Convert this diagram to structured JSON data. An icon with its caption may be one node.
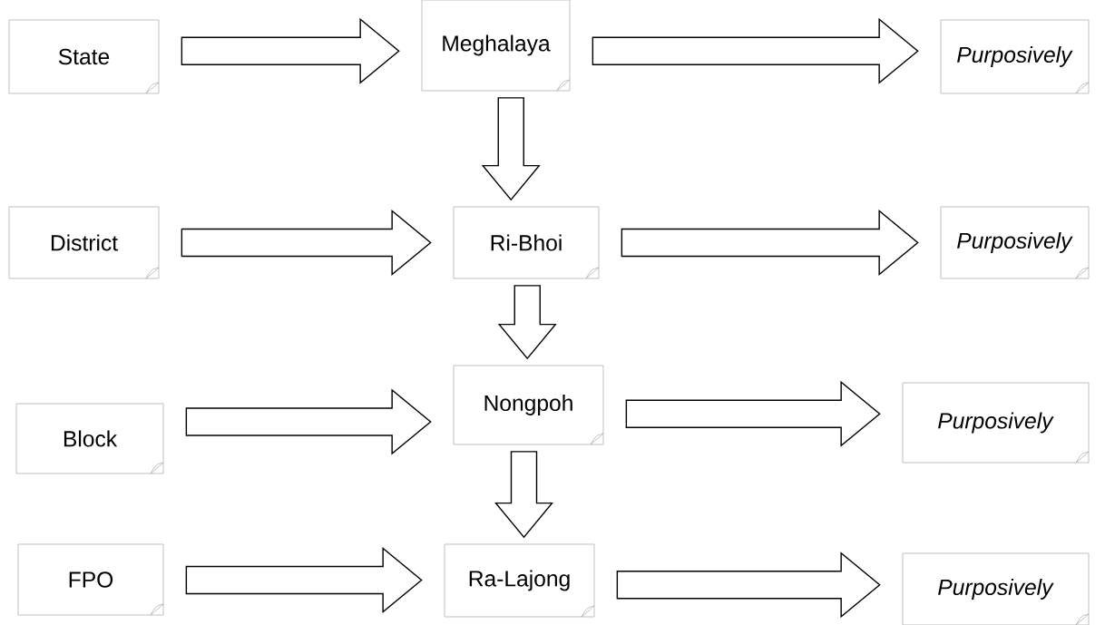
{
  "diagram": {
    "nodes": [
      {
        "text": [
          "State"
        ]
      },
      {
        "text": [
          "Meghalaya"
        ]
      },
      {
        "text": [
          "*Purposively*"
        ]
      },
      {
        "text": [
          "District"
        ]
      },
      {
        "text": [
          "Ri-Bhoi"
        ]
      },
      {
        "text": [
          "*Purposively*"
        ]
      },
      {
        "text": [
          "Block"
        ]
      },
      {
        "text": [
          "Nongpoh"
        ]
      },
      {
        "text": [
          "*Purposively*"
        ]
      },
      {
        "text": [
          "FPO"
        ]
      },
      {
        "text": [
          "Ra-Lajong"
        ]
      },
      {
        "text": [
          "*Purposively*"
        ]
      }
    ],
    "edges": [
      {
        "from": 0,
        "to": 1,
        "arrow": "to"
      },
      {
        "from": 1,
        "to": 2,
        "arrow": "to"
      },
      {
        "from": 1,
        "to": 4,
        "arrow": "to"
      },
      {
        "from": 3,
        "to": 4,
        "arrow": "to"
      },
      {
        "from": 4,
        "to": 5,
        "arrow": "to"
      },
      {
        "from": 4,
        "to": 7,
        "arrow": "to"
      },
      {
        "from": 6,
        "to": 7,
        "arrow": "to"
      },
      {
        "from": 7,
        "to": 8,
        "arrow": "to"
      },
      {
        "from": 7,
        "to": 10,
        "arrow": "to"
      },
      {
        "from": 9,
        "to": 10,
        "arrow": "to"
      },
      {
        "from": 10,
        "to": 11,
        "arrow": "to"
      }
    ]
  }
}
